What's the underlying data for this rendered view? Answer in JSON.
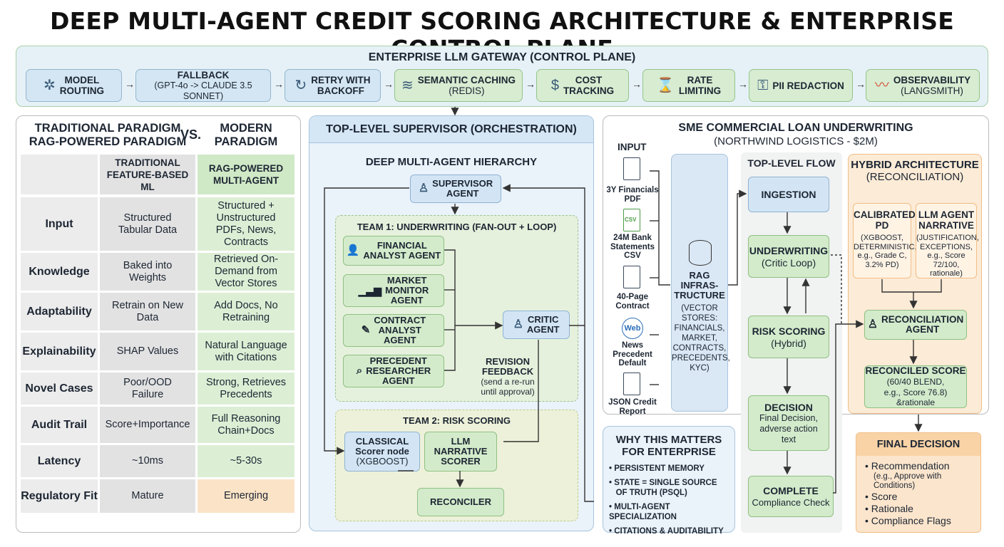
{
  "title": "DEEP MULTI-AGENT CREDIT SCORING ARCHITECTURE & ENTERPRISE CONTROL PLANE",
  "gateway": {
    "title": "ENTERPRISE LLM GATEWAY (CONTROL PLANE)",
    "items": [
      {
        "l1": "MODEL",
        "l2": "ROUTING",
        "icon": "network-icon"
      },
      {
        "l1": "FALLBACK",
        "l2": "(GPT-4o -> CLAUDE 3.5 SONNET)",
        "icon": ""
      },
      {
        "l1": "RETRY WITH",
        "l2": "BACKOFF",
        "icon": "refresh-icon"
      },
      {
        "l1": "SEMANTIC CACHING",
        "l2": "(REDIS)",
        "icon": "layers-icon"
      },
      {
        "l1": "COST",
        "l2": "TRACKING",
        "icon": "dollar-gear-icon"
      },
      {
        "l1": "RATE",
        "l2": "LIMITING",
        "icon": "hourglass-icon"
      },
      {
        "l1": "PII REDACTION",
        "l2": "",
        "icon": "user-lock-icon"
      },
      {
        "l1": "OBSERVABILITY",
        "l2": "(LANGSMITH)",
        "icon": "chart-icon"
      }
    ]
  },
  "compare": {
    "h_left1": "TRADITIONAL PARADIGM",
    "h_left2": "RAG-POWERED PARADIGM",
    "vs": "VS.",
    "h_right1": "MODERN",
    "h_right2": "PARADIGM",
    "col1": "TRADITIONAL FEATURE-BASED ML",
    "col2": "RAG-POWERED MULTI-AGENT",
    "rows": [
      {
        "label": "Input",
        "a": "Structured Tabular Data",
        "b": "Structured + Unstructured PDFs, News, Contracts"
      },
      {
        "label": "Knowledge",
        "a": "Baked into Weights",
        "b": "Retrieved On-Demand from Vector Stores"
      },
      {
        "label": "Adaptability",
        "a": "Retrain on New Data",
        "b": "Add Docs, No Retraining"
      },
      {
        "label": "Explainability",
        "a": "SHAP Values",
        "b": "Natural Language with Citations"
      },
      {
        "label": "Novel Cases",
        "a": "Poor/OOD Failure",
        "b": "Strong, Retrieves Precedents"
      },
      {
        "label": "Audit Trail",
        "a": "Score+Importance",
        "b": "Full Reasoning Chain+Docs"
      },
      {
        "label": "Latency",
        "a": "~10ms",
        "b": "~5-30s"
      },
      {
        "label": "Regulatory Fit",
        "a": "Mature",
        "b": "Emerging"
      }
    ]
  },
  "orch": {
    "header": "TOP-LEVEL SUPERVISOR (ORCHESTRATION)",
    "hier": "DEEP MULTI-AGENT HIERARCHY",
    "supervisor1": "SUPERVISOR",
    "supervisor2": "AGENT",
    "team1": "TEAM 1: UNDERWRITING (FAN-OUT + LOOP)",
    "fa1": "FINANCIAL",
    "fa2": "ANALYST AGENT",
    "mm1": "MARKET",
    "mm2": "MONITOR",
    "mm3": "AGENT",
    "ca1": "CONTRACT",
    "ca2": "ANALYST",
    "ca3": "AGENT",
    "pr1": "PRECEDENT",
    "pr2": "RESEARCHER",
    "pr3": "AGENT",
    "critic1": "CRITIC",
    "critic2": "AGENT",
    "rev1": "REVISION",
    "rev2": "FEEDBACK",
    "rev3": "(send a re-run",
    "rev4": "until approval)",
    "team2": "TEAM 2: RISK SCORING",
    "cl1": "CLASSICAL",
    "cl2": "Scorer node",
    "cl3": "(XGBOOST)",
    "llm1": "LLM",
    "llm2": "NARRATIVE",
    "llm3": "SCORER",
    "recon": "RECONCILER"
  },
  "sme": {
    "title": "SME COMMERCIAL LOAN UNDERWRITING",
    "sub": "(NORTHWIND LOGISTICS - $2M)",
    "input": "INPUT",
    "inputs": [
      {
        "t1": "3Y Financials",
        "t2": "PDF"
      },
      {
        "t1": "24M Bank",
        "t2": "Statements",
        "t3": "CSV"
      },
      {
        "t1": "40-Page",
        "t2": "Contract"
      },
      {
        "t1": "News",
        "t2": "Precedent",
        "t3": "Default"
      },
      {
        "t1": "JSON Credit",
        "t2": "Report"
      }
    ],
    "csv": "CSV",
    "web": "Web",
    "rag1": "RAG",
    "rag2": "INFRAS-",
    "rag3": "TRUCTURE",
    "rag4": "(VECTOR",
    "rag5": "STORES:",
    "rag6": "FINANCIALS,",
    "rag7": "MARKET,",
    "rag8": "CONTRACTS,",
    "rag9": "PRECEDENTS,",
    "rag10": "KYC)",
    "flow": "TOP-LEVEL FLOW",
    "ingest": "INGESTION",
    "uw1": "UNDERWRITING",
    "uw2": "(Critic Loop)",
    "rs1": "RISK SCORING",
    "rs2": "(Hybrid)",
    "dec1": "DECISION",
    "dec2": "Final Decision,",
    "dec3": "adverse action",
    "dec4": "text",
    "comp1": "COMPLETE",
    "comp2": "Compliance Check",
    "hyb1": "HYBRID ARCHITECTURE",
    "hyb2": "(RECONCILIATION)",
    "cal1": "CALIBRATED",
    "cal2": "PD",
    "cal3": "(XGBOOST,",
    "cal4": "DETERMINISTIC,",
    "cal5": "e.g., Grade C,",
    "cal6": "3.2% PD)",
    "llmn1": "LLM AGENT",
    "llmn2": "NARRATIVE",
    "llmn3": "(JUSTIFICATION,",
    "llmn4": "EXCEPTIONS,",
    "llmn5": "e.g., Score 72/100,",
    "llmn6": "rationale)",
    "ra1": "RECONCILIATION",
    "ra2": "AGENT",
    "rsc1": "RECONCILED SCORE",
    "rsc2": "(60/40 BLEND,",
    "rsc3": "e.g., Score 76.8) &rationale"
  },
  "why": {
    "title1": "WHY THIS MATTERS",
    "title2": "FOR ENTERPRISE",
    "b1": "PERSISTENT MEMORY",
    "b2a": "STATE = SINGLE SOURCE",
    "b2b": "OF TRUTH (PSQL)",
    "b3": "MULTI-AGENT SPECIALIZATION",
    "b4": "CITATIONS & AUDITABILITY"
  },
  "final": {
    "title": "FINAL DECISION",
    "i1": "Recommendation",
    "i1b": "(e.g., Approve with Conditions)",
    "i2": "Score",
    "i3": "Rationale",
    "i4": "Compliance Flags"
  }
}
